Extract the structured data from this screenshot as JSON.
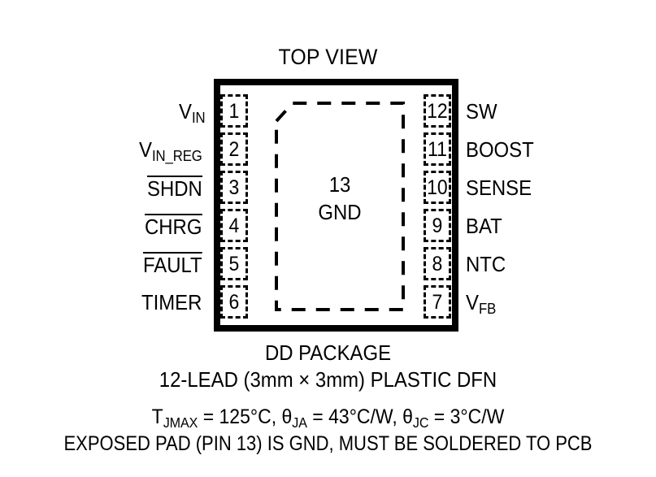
{
  "diagram": {
    "title": "TOP VIEW",
    "center_pad": {
      "pin_number": "13",
      "net_name": "GND"
    },
    "pins_left": [
      {
        "number": "1",
        "name": "V",
        "sub": "IN",
        "overline": false
      },
      {
        "number": "2",
        "name": "V",
        "sub": "IN_REG",
        "overline": false
      },
      {
        "number": "3",
        "name": "SHDN",
        "sub": "",
        "overline": true
      },
      {
        "number": "4",
        "name": "CHRG",
        "sub": "",
        "overline": true
      },
      {
        "number": "5",
        "name": "FAULT",
        "sub": "",
        "overline": true
      },
      {
        "number": "6",
        "name": "TIMER",
        "sub": "",
        "overline": false
      }
    ],
    "pins_right": [
      {
        "number": "12",
        "name": "SW",
        "sub": "",
        "overline": false
      },
      {
        "number": "11",
        "name": "BOOST",
        "sub": "",
        "overline": false
      },
      {
        "number": "10",
        "name": "SENSE",
        "sub": "",
        "overline": false
      },
      {
        "number": "9",
        "name": "BAT",
        "sub": "",
        "overline": false
      },
      {
        "number": "8",
        "name": "NTC",
        "sub": "",
        "overline": false
      },
      {
        "number": "7",
        "name": "V",
        "sub": "FB",
        "overline": false
      }
    ],
    "caption": {
      "package_name": "DD PACKAGE",
      "package_desc": "12-LEAD (3mm × 3mm) PLASTIC DFN",
      "thermal_tjmax_label": "T",
      "thermal_tjmax_sub": "JMAX",
      "thermal_tjmax_value": " = 125°C, ",
      "thermal_theta_ja_label": "θ",
      "thermal_theta_ja_sub": "JA",
      "thermal_theta_ja_value": " = 43°C/W, ",
      "thermal_theta_jc_label": "θ",
      "thermal_theta_jc_sub": "JC",
      "thermal_theta_jc_value": " = 3°C/W",
      "exposed_pad_note": "EXPOSED PAD (PIN 13) IS GND, MUST BE SOLDERED TO PCB"
    },
    "colors": {
      "ink": "#000000",
      "paper": "#ffffff"
    }
  }
}
